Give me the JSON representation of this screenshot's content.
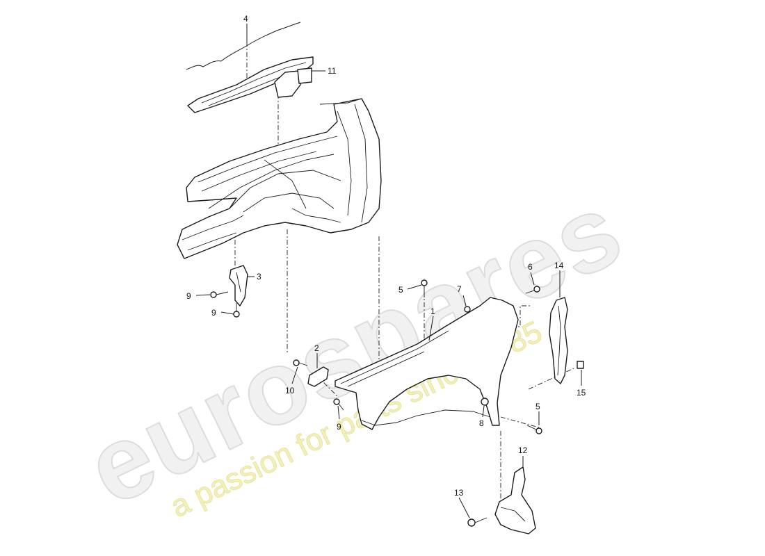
{
  "watermark": {
    "logo_text": "eurospares",
    "tagline": "a passion for parts since 1985",
    "logo_color": "#dcdcdc",
    "tagline_color": "#ece7a6"
  },
  "callouts": [
    {
      "id": "c4",
      "label": "4"
    },
    {
      "id": "c11",
      "label": "11"
    },
    {
      "id": "c3",
      "label": "3"
    },
    {
      "id": "c9a",
      "label": "9"
    },
    {
      "id": "c9b",
      "label": "9"
    },
    {
      "id": "c5a",
      "label": "5"
    },
    {
      "id": "c7",
      "label": "7"
    },
    {
      "id": "c6",
      "label": "6"
    },
    {
      "id": "c14",
      "label": "14"
    },
    {
      "id": "c1",
      "label": "1"
    },
    {
      "id": "c2",
      "label": "2"
    },
    {
      "id": "c10",
      "label": "10"
    },
    {
      "id": "c9c",
      "label": "9"
    },
    {
      "id": "c8",
      "label": "8"
    },
    {
      "id": "c5b",
      "label": "5"
    },
    {
      "id": "c15",
      "label": "15"
    },
    {
      "id": "c12",
      "label": "12"
    },
    {
      "id": "c13",
      "label": "13"
    }
  ]
}
